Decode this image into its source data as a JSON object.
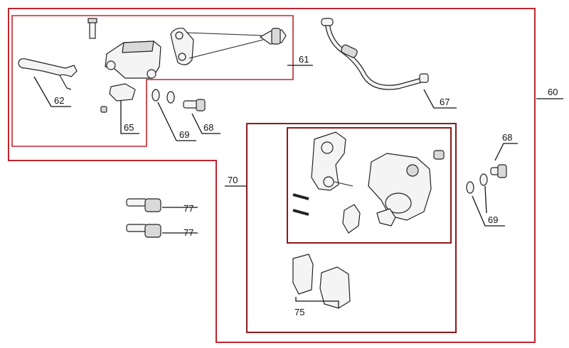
{
  "diagram": {
    "colors": {
      "outline_red": "#c0262d",
      "inner_dark_red": "#8b1a1a",
      "ink": "#111111"
    },
    "callouts": {
      "c60": "60",
      "c61": "61",
      "c62": "62",
      "c65": "65",
      "c67": "67",
      "c68a": "68",
      "c68b": "68",
      "c69a": "69",
      "c69b": "69",
      "c70": "70",
      "c75": "75",
      "c77a": "77",
      "c77b": "77"
    }
  }
}
